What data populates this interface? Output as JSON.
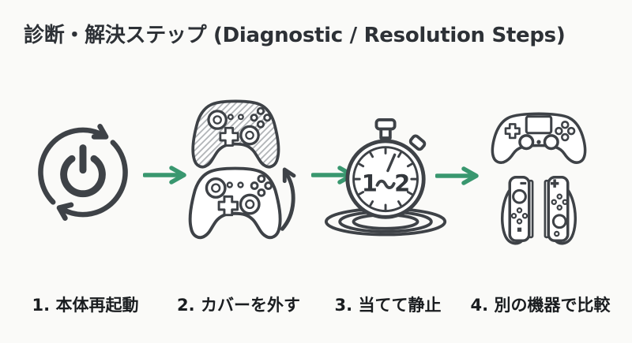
{
  "title": "診断・解決ステップ (Diagnostic / Resolution Steps)",
  "steps": [
    {
      "label": "1. 本体再起動",
      "icon": "power-restart-icon"
    },
    {
      "label": "2. カバーを外す",
      "icon": "controllers-cover-swap-icon"
    },
    {
      "label": "3. 当てて静止",
      "icon": "stopwatch-ripples-icon"
    },
    {
      "label": "4. 別の機器で比較",
      "icon": "ps4-and-joycon-compare-icon"
    }
  ],
  "stopwatch": {
    "dial_text": "1〜2",
    "dial_left": "1",
    "dial_right": "2"
  },
  "arrows": {
    "count": 3,
    "direction": "right"
  },
  "colors": {
    "background": "#fafaf8",
    "ink": "#3e4247",
    "arrow_green": "#39976f",
    "title_text": "#2d3136",
    "label_text": "#1a1d20"
  }
}
